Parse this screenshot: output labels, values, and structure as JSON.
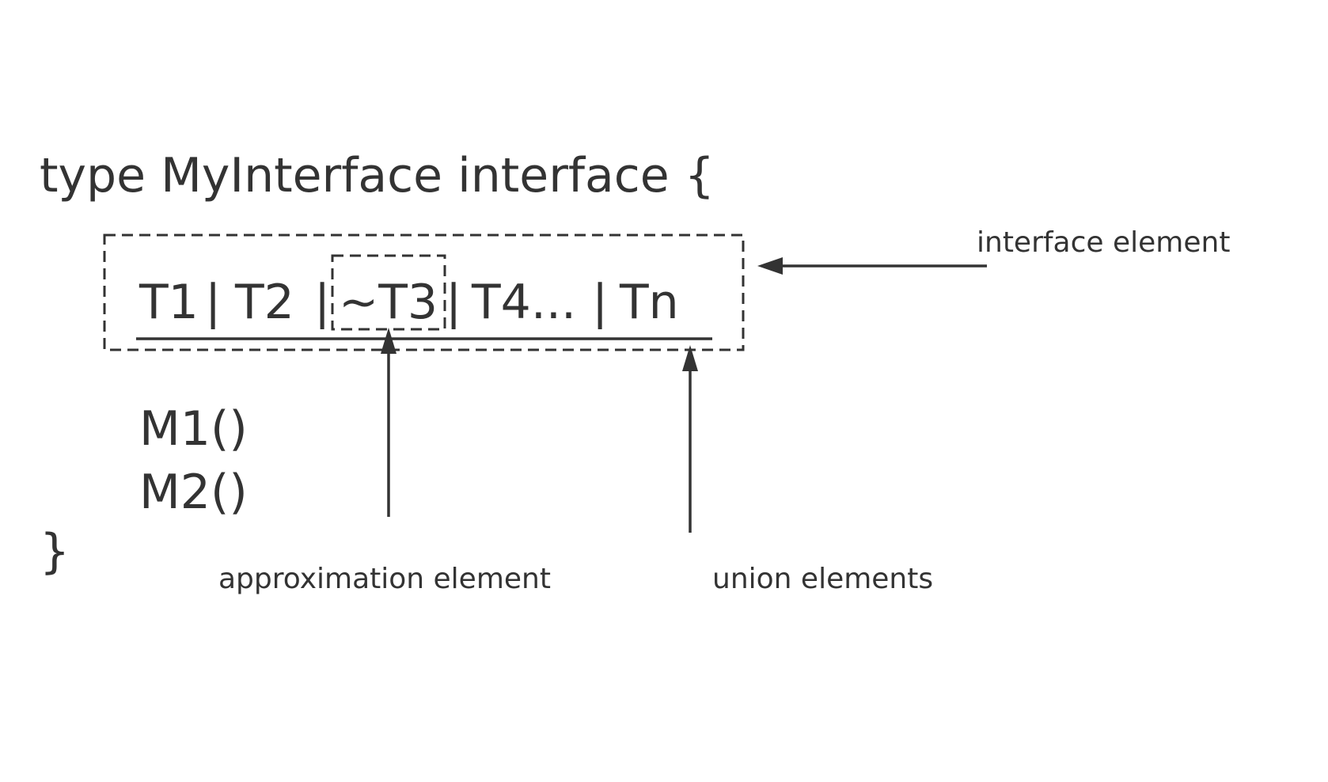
{
  "code": {
    "header": "type MyInterface interface {",
    "union_parts": [
      "T1",
      "|",
      "T2",
      "|",
      "~T3",
      "|",
      "T4...",
      "|",
      "Tn"
    ],
    "methods": [
      "M1()",
      "M2()"
    ],
    "closing_brace": "}"
  },
  "annotations": {
    "interface_element": "interface element",
    "approximation_element": "approximation element",
    "union_elements": "union elements"
  },
  "colors": {
    "ink": "#333333",
    "background": "#ffffff"
  }
}
